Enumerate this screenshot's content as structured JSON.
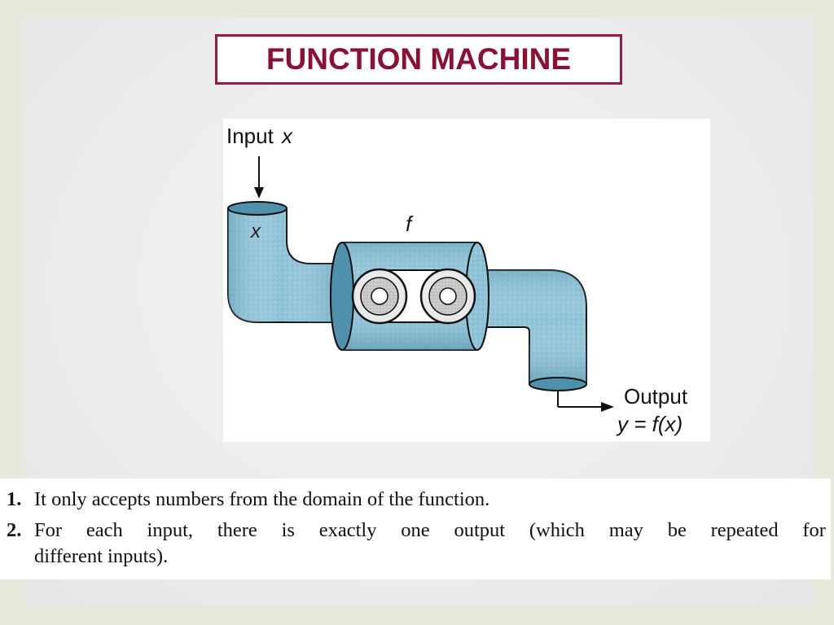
{
  "title": "FUNCTION MACHINE",
  "diagram": {
    "input_label": "Input",
    "input_var": "x",
    "inlet_var": "x",
    "function_label": "f",
    "output_label": "Output",
    "output_formula": "y = f(x)"
  },
  "notes": [
    {
      "number": "1.",
      "text": "It only accepts numbers from the domain of the function."
    },
    {
      "number": "2.",
      "text_words": [
        "For",
        "each",
        "input,",
        "there",
        "is",
        "exactly",
        "one",
        "output",
        "(which",
        "may",
        "be",
        "repeated",
        "for"
      ],
      "text_line2": "different inputs)."
    }
  ],
  "colors": {
    "title_border": "#9b1a3c",
    "title_text": "#8c1034",
    "pipe_fill": "#8ec3d6",
    "pipe_dark": "#5e9fb8",
    "outline": "#1a1a1a"
  }
}
